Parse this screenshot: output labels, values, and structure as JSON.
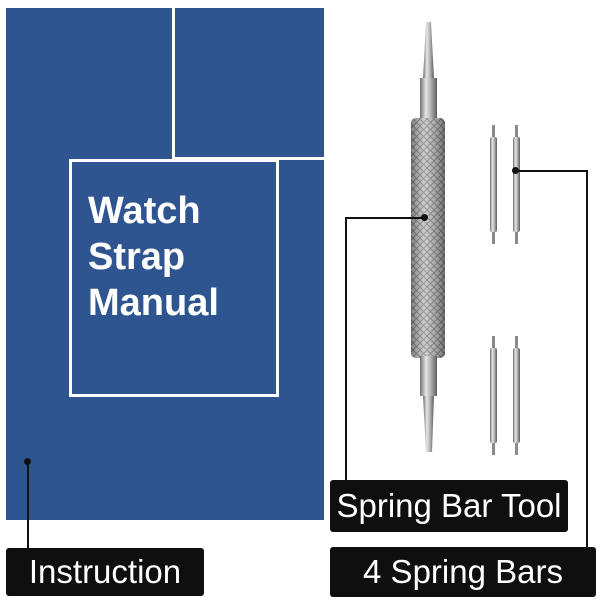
{
  "manual": {
    "title_lines": [
      "Watch",
      "Strap",
      "Manual"
    ]
  },
  "labels": {
    "instruction": "Instruction",
    "tool": "Spring Bar Tool",
    "bars": "4  Spring Bars"
  },
  "colors": {
    "cover": "#2e5590",
    "label_bg": "#0f0f0f",
    "label_text": "#ffffff"
  }
}
